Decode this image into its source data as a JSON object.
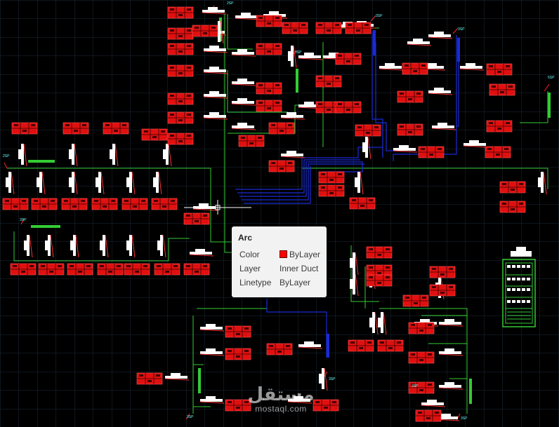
{
  "tooltip": {
    "title": "Arc",
    "rows": [
      {
        "label": "Color",
        "value": "ByLayer"
      },
      {
        "label": "Layer",
        "value": "Inner Duct"
      },
      {
        "label": "Linetype",
        "value": "ByLayer"
      }
    ],
    "swatch_color": "#ff0000"
  },
  "labels": {
    "sp2": "2SP",
    "sp3": "3SP",
    "sp6": "6SP"
  },
  "watermark": {
    "arabic": "مستقل",
    "latin": "mostaql.com"
  },
  "colors": {
    "background": "#000000",
    "grid": "#1b2a36",
    "green_line": "#33cc33",
    "blue_duct": "#1a2bd6",
    "red_box": "#ff0000",
    "label": "#66ffff"
  }
}
